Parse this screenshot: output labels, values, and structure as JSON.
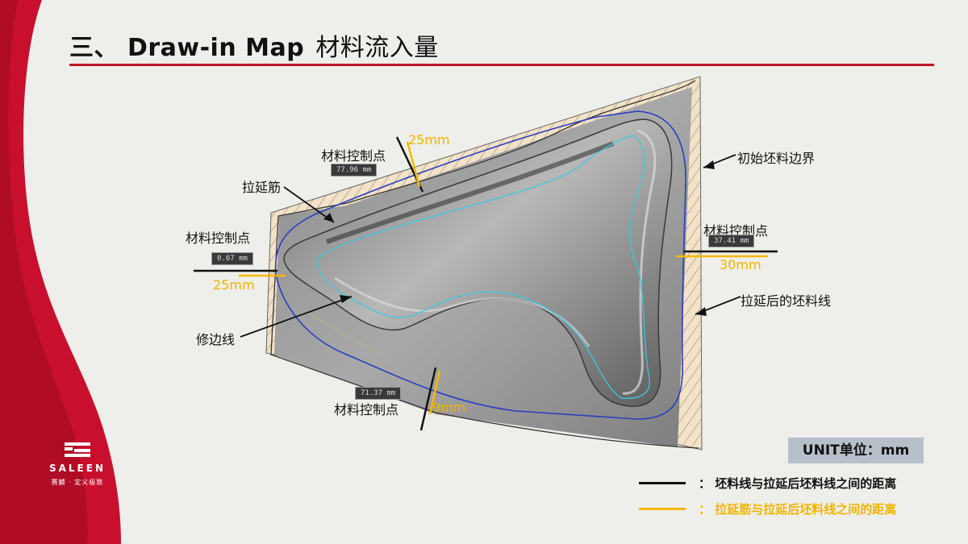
{
  "slide": {
    "title_prefix": "三、 Draw-in Map",
    "title_cn": "材料流入量"
  },
  "colors": {
    "accent_red": "#c21428",
    "measure_black": "#111111",
    "measure_orange": "#f5b800"
  },
  "callouts": {
    "control_point_top": "材料控制点",
    "control_point_left": "材料控制点",
    "control_point_right": "材料控制点",
    "control_point_bottom": "材料控制点",
    "drawbead": "拉延筋",
    "trim_line": "修边线",
    "initial_blank": "初始坯料边界",
    "drawn_blank_line": "拉延后的坯料线"
  },
  "measurements": {
    "top_orange": "25mm",
    "left_orange": "25mm",
    "right_orange": "30mm",
    "bottom_orange": "9mm",
    "tag_top": "77.96 mm",
    "tag_left": "0.67 mm",
    "tag_right": "37.41 mm",
    "tag_bottom": "71.37 mm"
  },
  "unit": "UNIT单位：mm",
  "legend": [
    {
      "text": "：  坯料线与拉延后坯料线之间的距离",
      "color": "#111111",
      "text_color": "#111111"
    },
    {
      "text": "：  拉延筋与拉延后坯料线之间的距离",
      "color": "#f5b800",
      "text_color": "#f0b400"
    }
  ],
  "logo": {
    "name": "SALEEN",
    "tagline": "赛麟 · 定义极致"
  }
}
